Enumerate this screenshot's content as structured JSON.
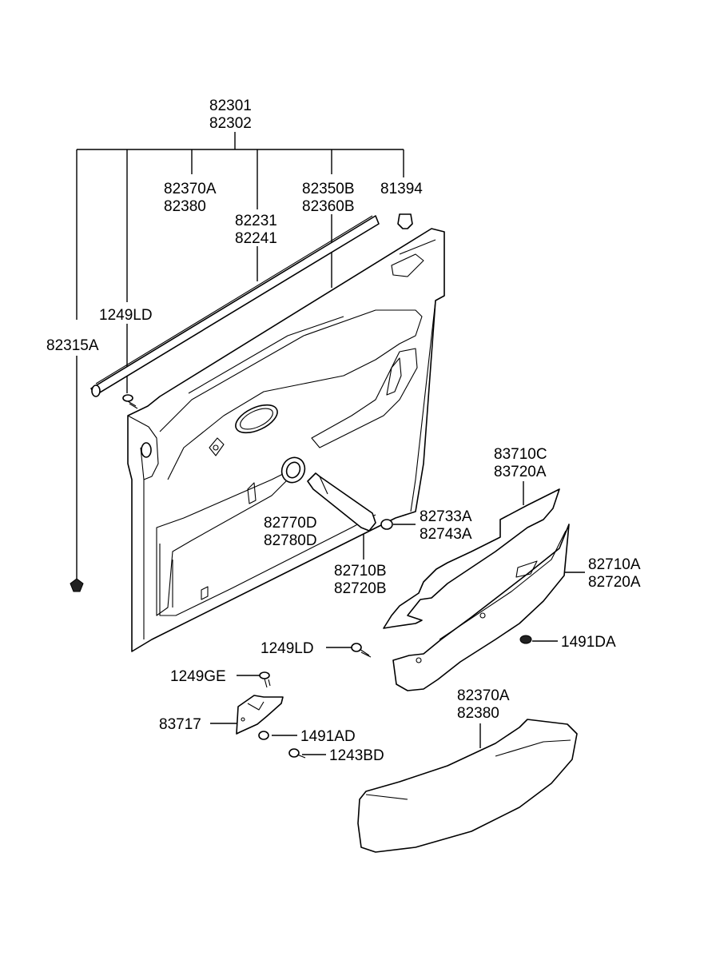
{
  "labels": {
    "l82301": "82301",
    "l82302": "82302",
    "l82370A_top": "82370A",
    "l82380_top": "82380",
    "l82231": "82231",
    "l82241": "82241",
    "l82350B": "82350B",
    "l82360B": "82360B",
    "l81394": "81394",
    "l1249LD_top": "1249LD",
    "l82315A": "82315A",
    "l83710C": "83710C",
    "l83720A": "83720A",
    "l82733A": "82733A",
    "l82743A": "82743A",
    "l82770D": "82770D",
    "l82780D": "82780D",
    "l82710A": "82710A",
    "l82720A": "82720A",
    "l82710B": "82710B",
    "l82720B": "82720B",
    "l1249LD_mid": "1249LD",
    "l1491DA": "1491DA",
    "l1249GE": "1249GE",
    "l83717": "83717",
    "l1491AD": "1491AD",
    "l1243BD": "1243BD",
    "l82370A_bot": "82370A",
    "l82380_bot": "82380"
  }
}
